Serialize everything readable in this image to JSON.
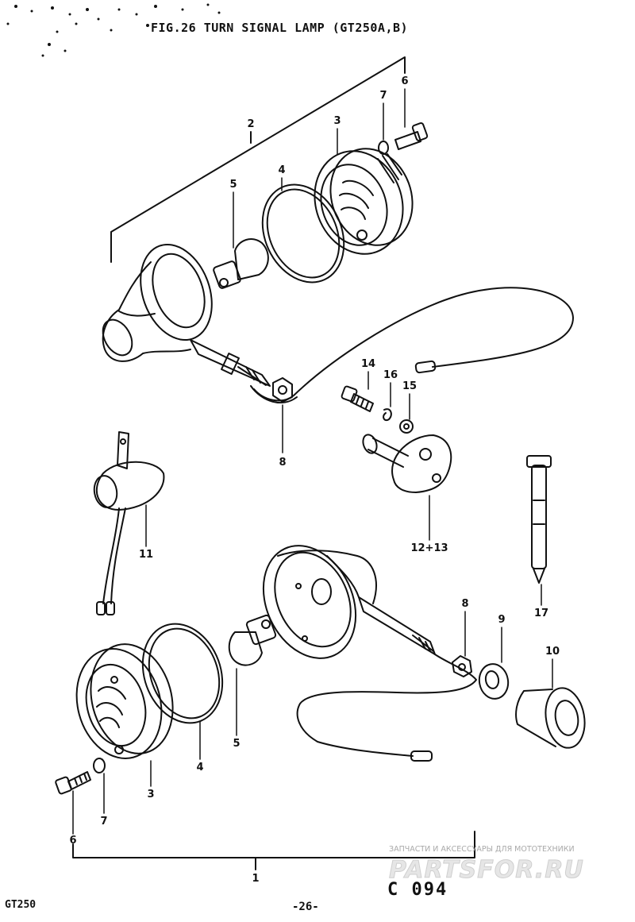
{
  "title": "FIG.26  TURN SIGNAL LAMP (GT250A,B)",
  "callouts": {
    "c1": "1",
    "c2": "2",
    "c3a": "3",
    "c3b": "3",
    "c4a": "4",
    "c4b": "4",
    "c5a": "5",
    "c5b": "5",
    "c6a": "6",
    "c6b": "6",
    "c7a": "7",
    "c7b": "7",
    "c8a": "8",
    "c8b": "8",
    "c9": "9",
    "c10": "10",
    "c11": "11",
    "c12_13": "12+13",
    "c14": "14",
    "c15": "15",
    "c16": "16",
    "c17": "17"
  },
  "footer": {
    "model": "GT250",
    "page": "-26-",
    "code": "C 094"
  },
  "watermark": {
    "tagline": "ЗАПЧАСТИ И АКСЕССУАРЫ ДЛЯ МОТОТЕХНИКИ",
    "logo": "PARTSFOR.RU"
  },
  "colors": {
    "ink": "#111111",
    "watermark": "#cfcfcf",
    "background": "#ffffff"
  }
}
